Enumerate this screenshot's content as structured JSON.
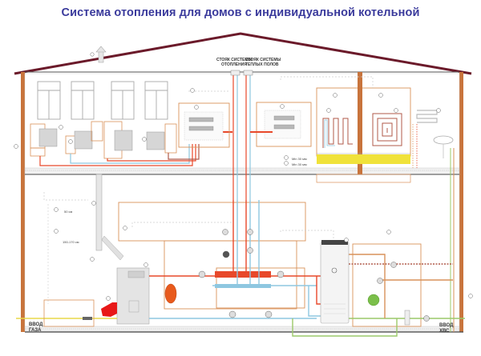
{
  "title": "Система отопления для домов с индивидуальной котельной",
  "labels": {
    "riser_heating_line1": "СТОЯК СИСТЕМЫ",
    "riser_heating_line2": "ОТОПЛЕНИЯ",
    "riser_floor_line1": "СТОЯК СИСТЕМЫ",
    "riser_floor_line2": "ТЕПЛЫХ ПОЛОВ",
    "gas_input_line1": "ВВОД",
    "gas_input_line2": "ГАЗА",
    "water_input_line1": "ВВОД",
    "water_input_line2": "ХВС",
    "chimney_height_1": "50 см",
    "chimney_height_2": "150-170 см",
    "floor_min_1": "Min 30 мм",
    "floor_min_2": "Min 30 мм"
  },
  "pipe_colors": {
    "supply_hot": "#e8482a",
    "return": "#8ec7e0",
    "cold_water": "#9cc96a",
    "gas": "#e8d94a",
    "frame": "#d9925a",
    "wall": "#c8743c",
    "roof": "#6b1a2a"
  },
  "components": {
    "boiler": "Котёл",
    "burner": "Горелка",
    "water_heater": "Бойлер косвенного нагрева",
    "expansion_tank_heating": "Расширительный бак (отопление)",
    "expansion_tank_water": "Расширительный бак (ГВС)",
    "radiators": [
      "Радиатор 1",
      "Радиатор 2",
      "Радиатор 3",
      "Радиатор 4"
    ],
    "manifolds": [
      "Коллектор радиаторов",
      "Коллектор тёплых полов"
    ],
    "floor_loops": [
      "Змейка",
      "Спираль"
    ],
    "sink": "Раковина",
    "towel_rail": "Полотенцесушитель"
  }
}
